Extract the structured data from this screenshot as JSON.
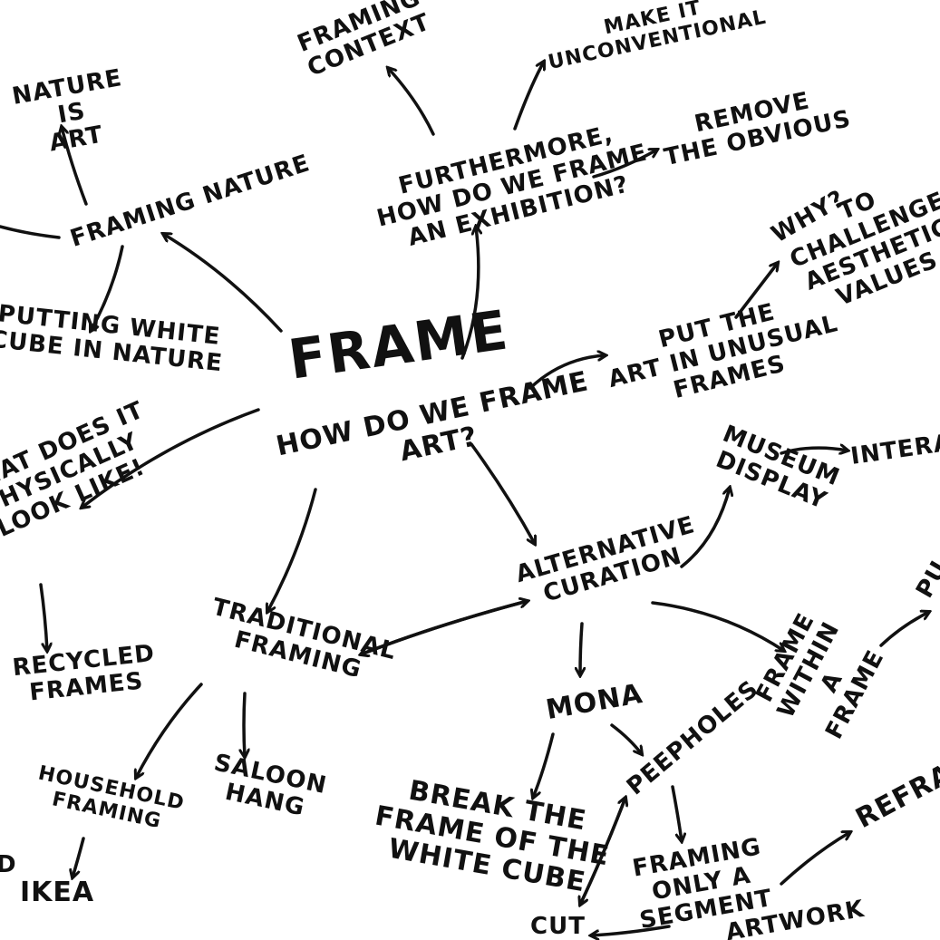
{
  "nodes": {
    "center_title": "FRAME",
    "center_question": "HOW DO WE FRAME\nART?",
    "framing_context": "FRAMING\nCONTEXT",
    "make_unconventional": "MAKE IT\nUNCONVENTIONAL",
    "remove_obvious": "REMOVE\nTHE OBVIOUS",
    "frame_exhibition": "FURTHERMORE,\nHOW DO WE FRAME\nAN EXHIBITION?",
    "nature_is_art": "NATURE\nIS\nART",
    "framing_nature": "FRAMING NATURE",
    "white_cube_nature": "PUTTING WHITE\nCUBE IN NATURE",
    "why": "WHY?",
    "challenge_values": "TO CHALLENGE\nAESTHETIC\nVALUES",
    "unusual_frames": "PUT THE\nART IN UNUSUAL\nFRAMES",
    "what_does_it_look": "WHAT DOES IT\nPHYSICALLY\nLOOK LIKE!",
    "recycled_frames": "RECYCLED\nFRAMES",
    "museum_display": "MUSEUM\nDISPLAY",
    "interactive": "INTERAC-",
    "alternative_curation": "ALTERNATIVE\nCURATION",
    "traditional_framing": "TRADITIONAL\nFRAMING",
    "frame_within_frame": "FRAME\nWITHIN\nA\nFRAME",
    "pu": "PU",
    "mona": "MONA",
    "peepholes": "PEEPHOLES",
    "saloon_hang": "SALOON\nHANG",
    "household_framing": "HOUSEHOLD\nFRAMING",
    "ikea": "IKEA",
    "d": "D",
    "break_frame": "BREAK THE\nFRAME OF THE\nWHITE CUBE",
    "framing_segment": "FRAMING\nONLY A\nSEGMENT",
    "artwork": "ARTWORK",
    "reframe": "REFRA",
    "cut": "CUT"
  }
}
